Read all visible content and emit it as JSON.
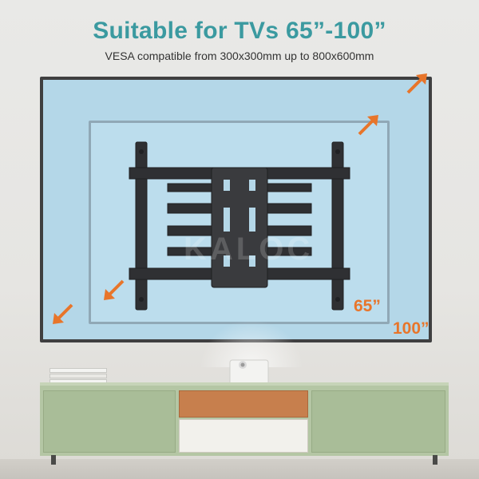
{
  "headline": "Suitable for TVs 65”-100”",
  "subline": "VESA compatible from 300x300mm up to 800x600mm",
  "labels": {
    "size_small": "65”",
    "size_large": "100”"
  },
  "watermark": "KALOC",
  "colors": {
    "headline": "#3b9aa0",
    "accent_orange": "#e8752a",
    "tv_screen": "#b4d7e8",
    "tv_frame": "#3f3f40",
    "cabinet": "#b4c6a4",
    "wood": "#c77f4d"
  }
}
